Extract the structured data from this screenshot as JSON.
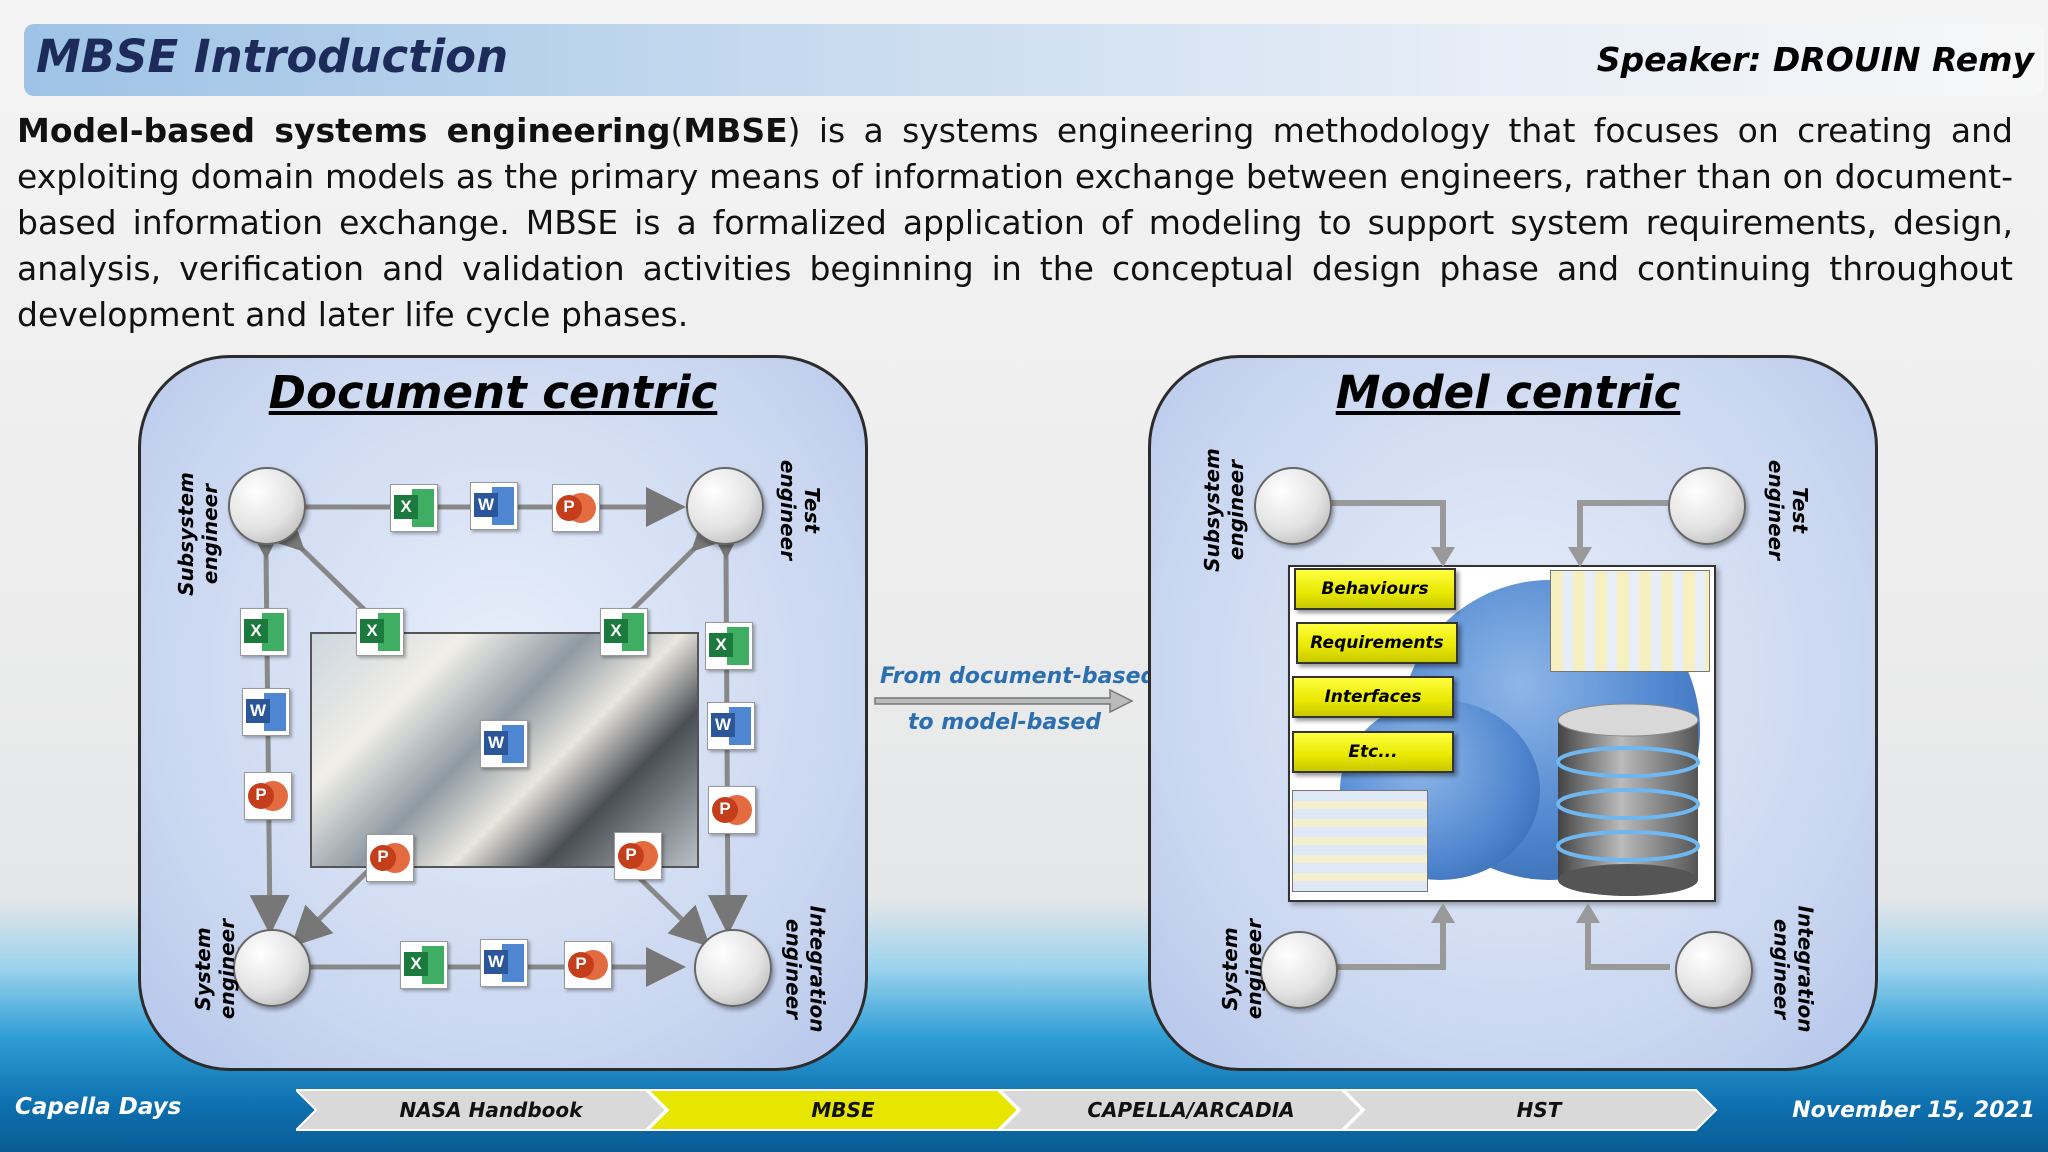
{
  "header": {
    "title": "MBSE Introduction",
    "speaker": "Speaker: DROUIN Remy"
  },
  "intro": {
    "bold_term": "Model-based systems engineering",
    "paren_open": "(",
    "acronym": "MBSE",
    "text": ") is a systems engineering methodology that focuses on creating and exploiting domain models as the primary means of information exchange between engineers, rather than on document-based information exchange. MBSE is a formalized application of modeling to support system requirements, design, analysis, verification and validation activities beginning in the conceptual design phase and continuing throughout development and later life cycle phases."
  },
  "document_centric": {
    "title": "Document centric",
    "actors": {
      "top_left": [
        "Subsystem",
        "engineer"
      ],
      "top_right": [
        "Test",
        "engineer"
      ],
      "bottom_left": [
        "System",
        "engineer"
      ],
      "bottom_right": [
        "Integration",
        "engineer"
      ]
    },
    "icons": {
      "excel": "X",
      "word": "W",
      "powerpoint": "P"
    }
  },
  "transition": {
    "line1": "From document-based",
    "line2": "to model-based"
  },
  "model_centric": {
    "title": "Model centric",
    "actors": {
      "top_left": [
        "Subsystem",
        "engineer"
      ],
      "top_right": [
        "Test",
        "engineer"
      ],
      "bottom_left": [
        "System",
        "engineer"
      ],
      "bottom_right": [
        "Integration",
        "engineer"
      ]
    },
    "boxes": [
      "Behaviours",
      "Requirements",
      "Interfaces",
      "Etc..."
    ]
  },
  "footer": {
    "event": "Capella Days",
    "date": "November 15, 2021",
    "steps": [
      {
        "label": "NASA Handbook",
        "active": false
      },
      {
        "label": "MBSE",
        "active": true
      },
      {
        "label": "CAPELLA/ARCADIA",
        "active": false
      },
      {
        "label": "HST",
        "active": false
      }
    ]
  },
  "colors": {
    "title_bar": "#9ec3e6",
    "active_step": "#e6e600",
    "inactive_step": "#d9d9d9",
    "transition_text": "#2b6fb0"
  }
}
